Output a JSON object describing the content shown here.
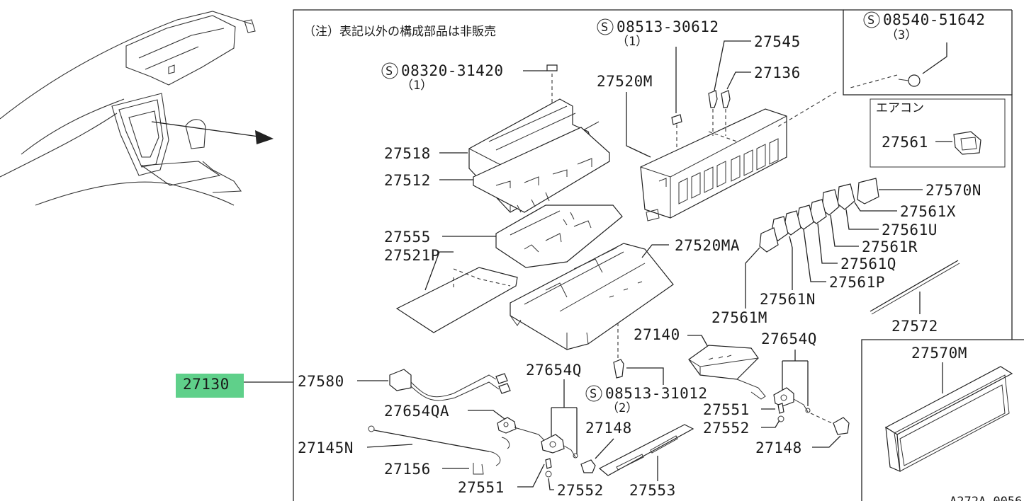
{
  "note": "（注）表記以外の構成部品は非販売",
  "aircon_label": "エアコン",
  "highlight_color": "#5fd08a",
  "highlighted_part": "27130",
  "diagram_code": "A272A-0056",
  "parts": {
    "p27130": "27130",
    "p27580": "27580",
    "p27654QA": "27654QA",
    "p27145N": "27145N",
    "p27156": "27156",
    "p27551a": "27551",
    "p27552a": "27552",
    "p27654Qa": "27654Q",
    "p27148a": "27148",
    "p27553": "27553",
    "p27140": "27140",
    "p27654Qb": "27654Q",
    "p27551b": "27551",
    "p27552b": "27552",
    "p27148b": "27148",
    "p27518": "27518",
    "p27512": "27512",
    "p27555": "27555",
    "p27521P": "27521P",
    "p27520M": "27520M",
    "p27520MA": "27520MA",
    "p27545": "27545",
    "p27136": "27136",
    "p27561": "27561",
    "p27570N": "27570N",
    "p27561X": "27561X",
    "p27561U": "27561U",
    "p27561R": "27561R",
    "p27561Q": "27561Q",
    "p27561P": "27561P",
    "p27561N": "27561N",
    "p27561M": "27561M",
    "p27572": "27572",
    "p27570M": "27570M"
  },
  "screws": {
    "s1": {
      "code": "08320-31420",
      "qty": "（1）"
    },
    "s2": {
      "code": "08513-30612",
      "qty": "（1）"
    },
    "s3": {
      "code": "08540-51642",
      "qty": "（3）"
    },
    "s4": {
      "code": "08513-31012",
      "qty": "（2）"
    }
  },
  "screw_symbol": "S"
}
